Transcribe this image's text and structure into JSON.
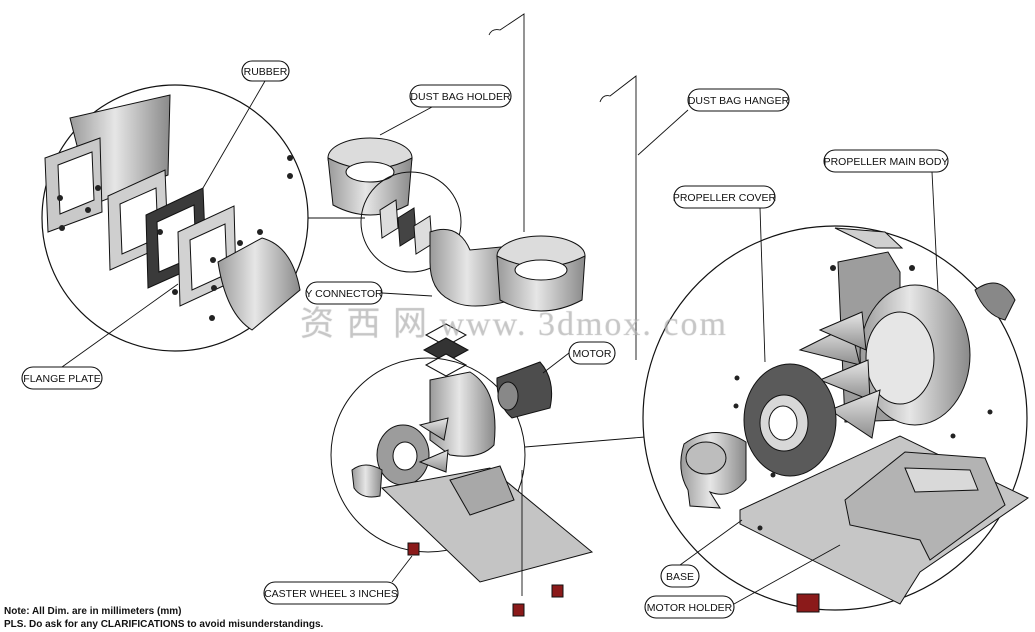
{
  "labels": {
    "rubber": "RUBBER",
    "dust_bag_holder": "DUST BAG HOLDER",
    "dust_bag_hanger": "DUST BAG HANGER",
    "propeller_main_body": "PROPELLER MAIN BODY",
    "propeller_cover": "PROPELLER COVER",
    "y_connector": "Y CONNECTOR",
    "motor": "MOTOR",
    "flange_plate": "FLANGE PLATE",
    "caster_wheel": "CASTER WHEEL 3 INCHES",
    "base": "BASE",
    "motor_holder": "MOTOR HOLDER"
  },
  "notes": {
    "dimensions": "Note: All Dim. are in millimeters (mm)",
    "clarifications": "PLS. Do ask for any CLARIFICATIONS to avoid misunderstandings."
  },
  "watermark": "资 西 网 www. 3dmox. com",
  "colors": {
    "line": "#111111",
    "metal_light": "#d9d9d9",
    "metal_mid": "#a9a9a9",
    "metal_dark": "#6e6e6e",
    "rubber": "#3a3a3a",
    "caster_red": "#8b1a1a"
  }
}
